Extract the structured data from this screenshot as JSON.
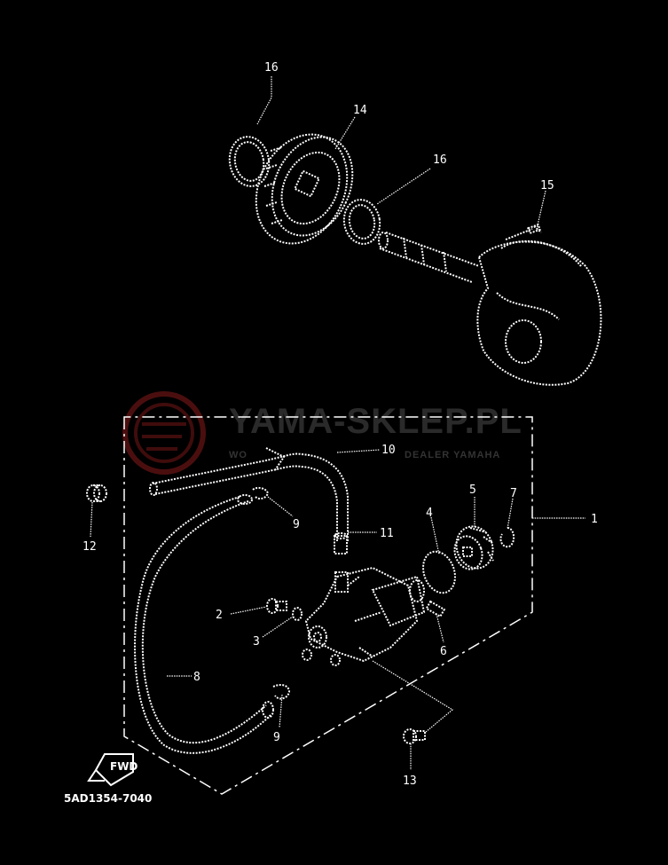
{
  "watermark": {
    "site": "YAMA-SKLEP.PL",
    "tagline_left": "WO",
    "tagline_right": "DEALER YAMAHA",
    "color": "#8b1a1a"
  },
  "drawing_code": "5AD1354-7040",
  "fwd_label": "FWD",
  "callouts": {
    "c1": "1",
    "c2": "2",
    "c3": "3",
    "c4": "4",
    "c5": "5",
    "c6": "6",
    "c7": "7",
    "c8": "8",
    "c9a": "9",
    "c9b": "9",
    "c10": "10",
    "c11": "11",
    "c12": "12",
    "c13": "13",
    "c14": "14",
    "c15": "15",
    "c16a": "16",
    "c16b": "16"
  }
}
